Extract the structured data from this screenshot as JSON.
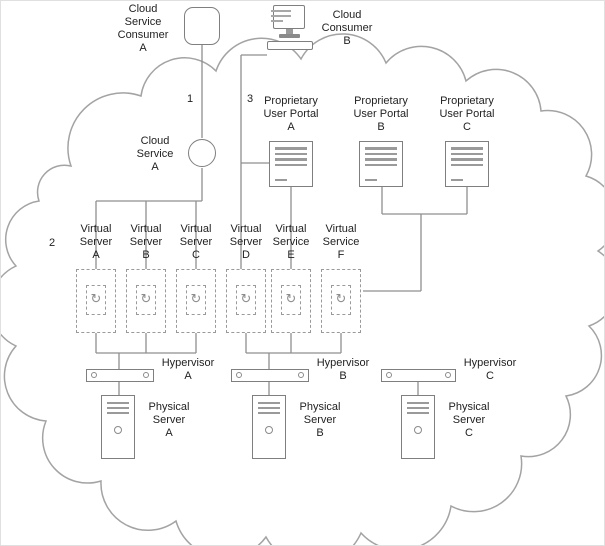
{
  "diagram": {
    "consumers": [
      {
        "label": "Cloud\nService\nConsumer\nA"
      },
      {
        "label": "Cloud\nConsumer\nB"
      }
    ],
    "cloud_service": {
      "label": "Cloud\nService\nA"
    },
    "portals": [
      {
        "label": "Proprietary\nUser Portal\nA"
      },
      {
        "label": "Proprietary\nUser Portal\nB"
      },
      {
        "label": "Proprietary\nUser Portal\nC"
      }
    ],
    "virtual_nodes": [
      {
        "label": "Virtual\nServer\nA"
      },
      {
        "label": "Virtual\nServer\nB"
      },
      {
        "label": "Virtual\nServer\nC"
      },
      {
        "label": "Virtual\nServer\nD"
      },
      {
        "label": "Virtual\nService\nE"
      },
      {
        "label": "Virtual\nService\nF"
      }
    ],
    "hypervisors": [
      {
        "label": "Hypervisor\nA"
      },
      {
        "label": "Hypervisor\nB"
      },
      {
        "label": "Hypervisor\nC"
      }
    ],
    "physical_servers": [
      {
        "label": "Physical\nServer\nA"
      },
      {
        "label": "Physical\nServer\nB"
      },
      {
        "label": "Physical\nServer\nC"
      }
    ],
    "markers": [
      {
        "label": "1"
      },
      {
        "label": "2"
      },
      {
        "label": "3"
      }
    ],
    "colors": {
      "line": "#8f8f8f",
      "cloud_outline": "#a3a3a3",
      "node_border": "#7f7f7f",
      "text": "#1f1f1f"
    }
  }
}
